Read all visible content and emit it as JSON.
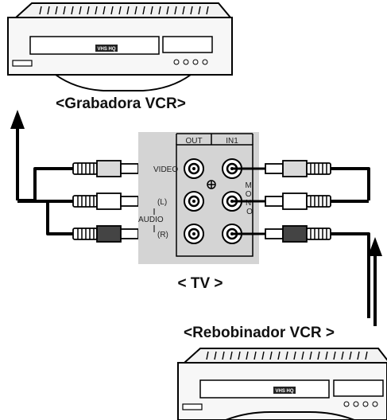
{
  "labels": {
    "vcr_top": "<Grabadora VCR>",
    "tv": "< TV >",
    "vcr_bottom": "<Rebobinador VCR >"
  },
  "panel": {
    "out": "OUT",
    "in1": "IN1",
    "video": "VIDEO",
    "audio": "AUDIO",
    "left": "(L)",
    "right": "(R)",
    "mono": "MONO"
  },
  "vcr": {
    "brand": "VHS HQ"
  }
}
